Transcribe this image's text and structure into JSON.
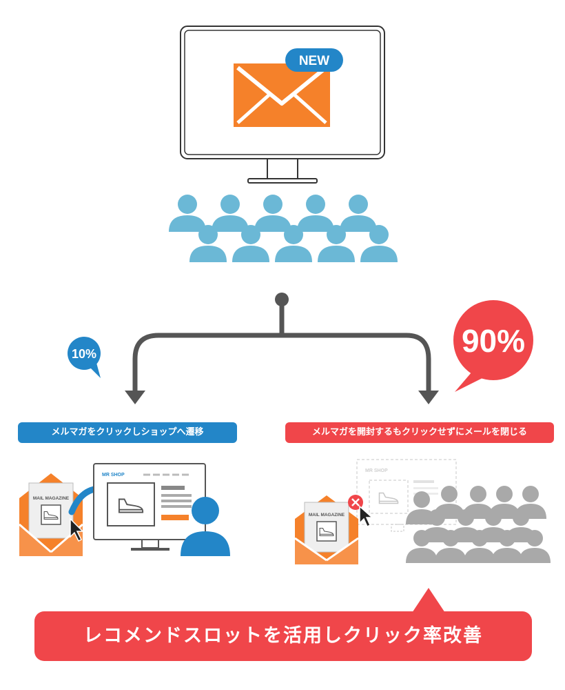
{
  "colors": {
    "orange": "#f5812a",
    "blue": "#2386c8",
    "light_blue": "#6bb8d6",
    "red": "#f0464a",
    "dark_gray": "#555555",
    "gray": "#a9a9a9",
    "light_gray": "#d0d0d0"
  },
  "monitor": {
    "badge": "NEW",
    "envelope_icon": "envelope-icon"
  },
  "audience": {
    "icon": "person-icon",
    "count": 10
  },
  "branches": {
    "left": {
      "percent": "10%",
      "label": "メルマガをクリックしショップへ遷移",
      "mail_label": "MAIL MAGAZINE",
      "shop_label": "MR SHOP"
    },
    "right": {
      "percent": "90%",
      "label": "メルマガを開封するもクリックせずにメールを閉じる",
      "mail_label": "MAIL MAGAZINE",
      "shop_label": "MR SHOP"
    }
  },
  "banner": {
    "text": "レコメンドスロットを活用しクリック率改善"
  }
}
